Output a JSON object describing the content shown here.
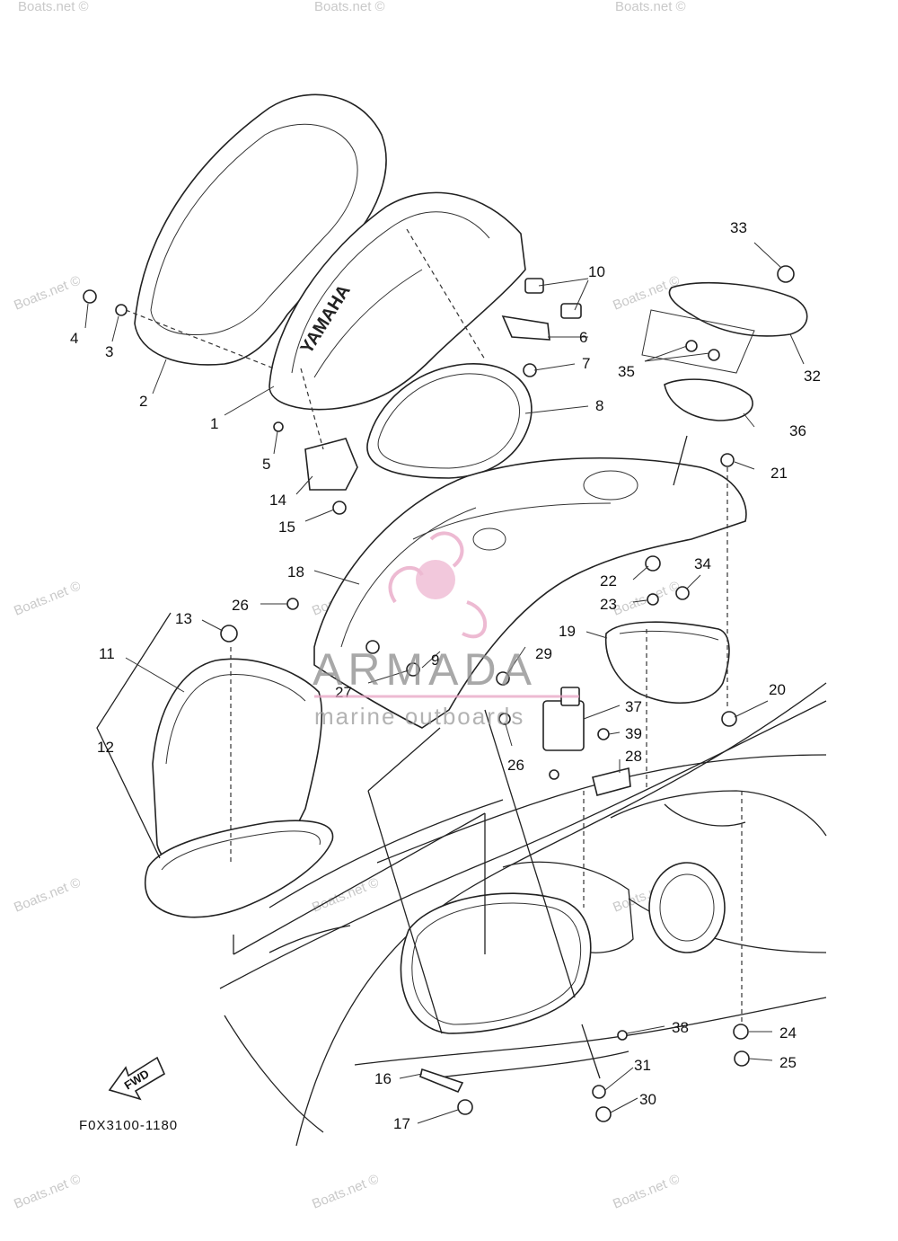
{
  "diagram": {
    "code": "F0X3100-1180",
    "fwd_label": "FWD",
    "brand_text": "YAMAHA",
    "parts": [
      {
        "id": "1",
        "label": "1"
      },
      {
        "id": "2",
        "label": "2"
      },
      {
        "id": "3",
        "label": "3"
      },
      {
        "id": "4",
        "label": "4"
      },
      {
        "id": "5",
        "label": "5"
      },
      {
        "id": "6",
        "label": "6"
      },
      {
        "id": "7",
        "label": "7"
      },
      {
        "id": "8",
        "label": "8"
      },
      {
        "id": "9",
        "label": "9"
      },
      {
        "id": "10",
        "label": "10"
      },
      {
        "id": "11",
        "label": "11"
      },
      {
        "id": "12",
        "label": "12"
      },
      {
        "id": "13",
        "label": "13"
      },
      {
        "id": "14",
        "label": "14"
      },
      {
        "id": "15",
        "label": "15"
      },
      {
        "id": "16",
        "label": "16"
      },
      {
        "id": "17",
        "label": "17"
      },
      {
        "id": "18",
        "label": "18"
      },
      {
        "id": "19",
        "label": "19"
      },
      {
        "id": "20",
        "label": "20"
      },
      {
        "id": "21",
        "label": "21"
      },
      {
        "id": "22",
        "label": "22"
      },
      {
        "id": "23",
        "label": "23"
      },
      {
        "id": "24",
        "label": "24"
      },
      {
        "id": "25",
        "label": "25"
      },
      {
        "id": "26a",
        "label": "26"
      },
      {
        "id": "26b",
        "label": "26"
      },
      {
        "id": "27",
        "label": "27"
      },
      {
        "id": "28",
        "label": "28"
      },
      {
        "id": "29",
        "label": "29"
      },
      {
        "id": "30",
        "label": "30"
      },
      {
        "id": "31",
        "label": "31"
      },
      {
        "id": "32",
        "label": "32"
      },
      {
        "id": "33",
        "label": "33"
      },
      {
        "id": "34",
        "label": "34"
      },
      {
        "id": "35",
        "label": "35"
      },
      {
        "id": "36",
        "label": "36"
      },
      {
        "id": "37",
        "label": "37"
      },
      {
        "id": "38",
        "label": "38"
      },
      {
        "id": "39",
        "label": "39"
      }
    ]
  },
  "watermarks": {
    "site": "Boats.net ©",
    "logo_title": "ARMADA",
    "logo_subtitle": "marine outboards"
  },
  "colors": {
    "line": "#222222",
    "watermark_logo": "#e8a3c4",
    "watermark_text": "#9a9a9a"
  }
}
